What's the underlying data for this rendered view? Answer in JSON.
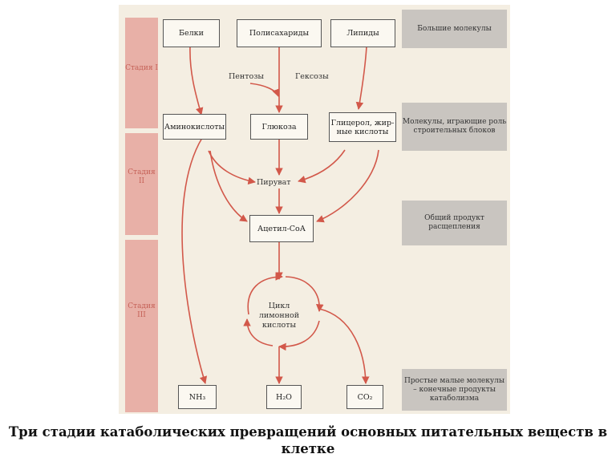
{
  "stages": [
    {
      "label": "Стадия I"
    },
    {
      "label": "Стадия II"
    },
    {
      "label": "Стадия III"
    }
  ],
  "nodes": {
    "proteins": "Белки",
    "polysaccharides": "Полисахариды",
    "lipids": "Липиды",
    "pentoses": "Пентозы",
    "hexoses": "Гексозы",
    "amino_acids": "Аминокислоты",
    "glucose": "Глюкоза",
    "glycerol": "Глицерол, жир-ные кислоты",
    "pyruvate": "Пируват",
    "acetyl_coa": "Ацетил-СоА",
    "citric_cycle": "Цикл лимонной кислоты",
    "nh3": "NH₃",
    "h2o": "H₂O",
    "co2": "CO₂"
  },
  "notes": [
    "Большие молекулы",
    "Молекулы, играющие роль строительных блоков",
    "Общий продукт расщепления",
    "Простые малые молекулы – конечные продукты катаболизма"
  ],
  "colors": {
    "arrow": "#d2584a",
    "stage_band": "#e8b0a7",
    "note_bg": "#c9c5c0"
  },
  "caption": "Три стадии катаболических превращений основных питательных веществ в клетке"
}
